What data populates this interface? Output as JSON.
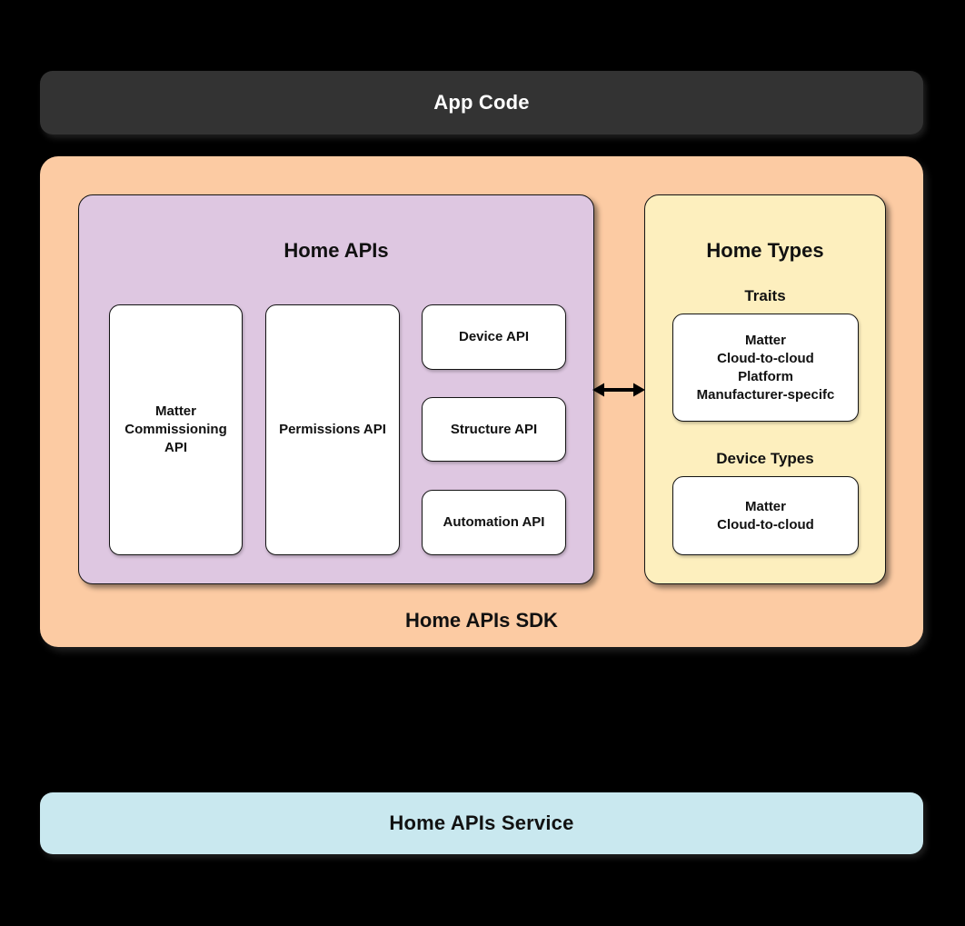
{
  "app_code": {
    "label": "App Code"
  },
  "sdk": {
    "label": "Home APIs SDK"
  },
  "home_apis": {
    "title": "Home APIs",
    "boxes": [
      {
        "label": "Matter Commissioning API"
      },
      {
        "label": "Permissions API"
      },
      {
        "label": "Device API"
      },
      {
        "label": "Structure API"
      },
      {
        "label": "Automation API"
      }
    ]
  },
  "home_types": {
    "title": "Home Types",
    "traits": {
      "heading": "Traits",
      "items": "Matter\nCloud-to-cloud\nPlatform\nManufacturer-specifc"
    },
    "device_types": {
      "heading": "Device Types",
      "items": "Matter\nCloud-to-cloud"
    }
  },
  "service": {
    "label": "Home APIs Service"
  },
  "colors": {
    "background": "#000000",
    "app_code_bg": "#333333",
    "app_code_text": "#ffffff",
    "sdk_bg": "#fccba3",
    "home_apis_bg": "#dec7e1",
    "home_types_bg": "#fdefbe",
    "service_bg": "#c9e8ef",
    "card_bg": "#ffffff",
    "text": "#111111"
  }
}
